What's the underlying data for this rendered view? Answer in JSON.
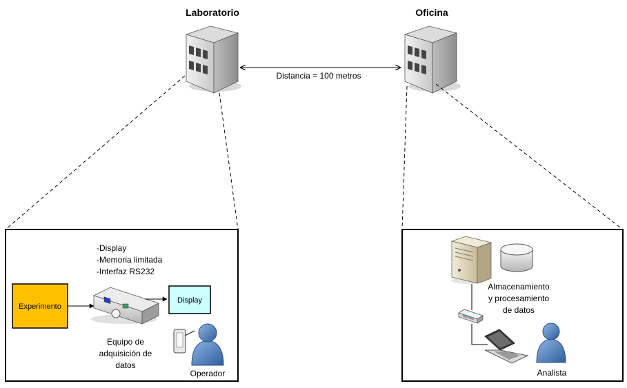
{
  "buildings": {
    "lab_title": "Laboratorio",
    "office_title": "Oficina",
    "distance_label": "Distancia = 100 metros"
  },
  "lab": {
    "spec_lines": [
      "-Display",
      "-Memoria limitada",
      "-Interfaz RS232"
    ],
    "experiment_label": "Experimento",
    "display_label": "Display",
    "equipment_lines": [
      "Equipo de",
      "adquisición de",
      "datos"
    ],
    "operator_label": "Operador"
  },
  "office": {
    "storage_lines": [
      "Almacenamiento",
      "y procesamiento",
      "de datos"
    ],
    "analyst_label": "Analista"
  },
  "colors": {
    "experiment_fill": "#ffc000",
    "display_fill": "#ccffff",
    "person_fill": "#5b8bc6"
  }
}
